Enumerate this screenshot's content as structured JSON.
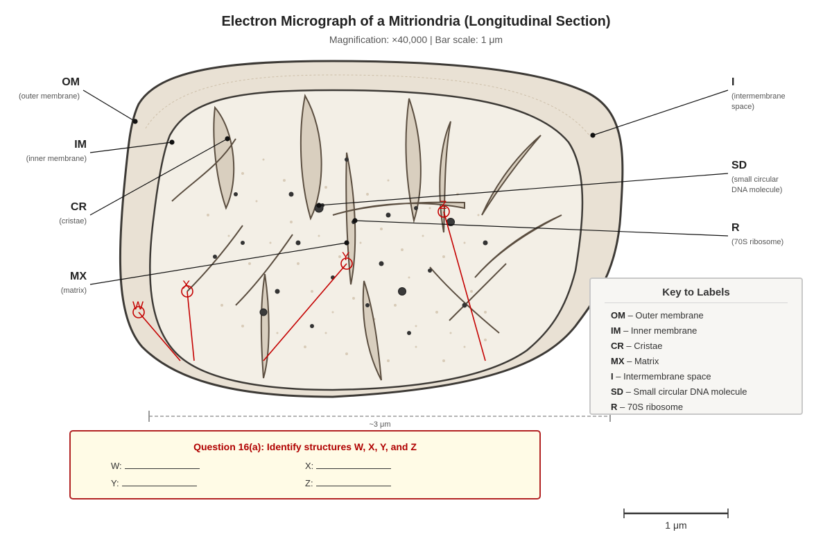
{
  "header": {
    "title": "Electron Micrograph of a Mitriondria (Longitudinal Section)",
    "subtitle": "Magnification: ×40,000 | Bar scale: 1 μm"
  },
  "labels": {
    "om": {
      "abbr": "OM",
      "desc": "(outer membrane)"
    },
    "im": {
      "abbr": "IM",
      "desc": "(inner membrane)"
    },
    "cr": {
      "abbr": "CR",
      "desc": "(cristae)"
    },
    "mx": {
      "abbr": "MX",
      "desc": "(matrix)"
    },
    "i": {
      "abbr": "I",
      "desc_1": "(intermembrane",
      "desc_2": "space)"
    },
    "sd": {
      "abbr": "SD",
      "desc_1": "(small circular",
      "desc_2": "DNA molecule)"
    },
    "r": {
      "abbr": "R",
      "desc": "(70S ribosome)"
    }
  },
  "question_markers": {
    "w": "W",
    "x": "X",
    "y": "Y",
    "z": "Z"
  },
  "key": {
    "title": "Key to Labels",
    "items": [
      {
        "abbr": "OM",
        "text": "– Outer membrane"
      },
      {
        "abbr": "IM",
        "text": "– Inner membrane"
      },
      {
        "abbr": "CR",
        "text": "– Cristae"
      },
      {
        "abbr": "MX",
        "text": "– Matrix"
      },
      {
        "abbr": "I",
        "text": "– Intermembrane space"
      },
      {
        "abbr": "SD",
        "text": "– Small circular DNA molecule"
      },
      {
        "abbr": "R",
        "text": "– 70S ribosome"
      }
    ]
  },
  "dimension": {
    "label": "~3 μm"
  },
  "question": {
    "title": "Question 16(a): Identify structures W, X, Y, and Z",
    "w_label": "W:",
    "x_label": "X:",
    "y_label": "Y:",
    "z_label": "Z:"
  },
  "scale_bar": {
    "label": "1 μm"
  },
  "colors": {
    "outer_fill": "#e9e1d4",
    "matrix_fill": "#f3efe6",
    "membrane": "#3d3a36",
    "crista_fill": "#d9cfbf",
    "crista_stroke": "#5b4e40",
    "marker_red": "#c40000",
    "ribosome": "#333333"
  }
}
